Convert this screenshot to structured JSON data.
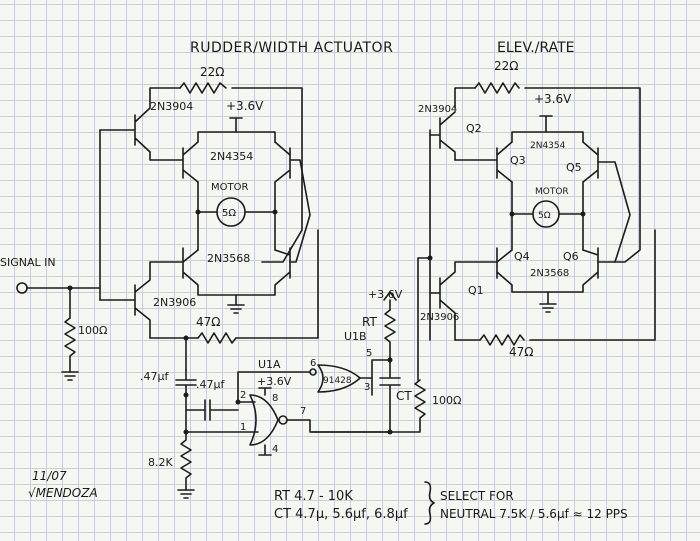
{
  "titles": {
    "left": "RUDDER/WIDTH ACTUATOR",
    "right": "ELEV./RATE"
  },
  "signal_in": "SIGNAL IN",
  "left": {
    "r_top": "22Ω",
    "vcc": "+3.6V",
    "q_top_left": "2N3904",
    "q_top_mid": "2N4354",
    "motor": "MOTOR",
    "motor_r": "5Ω",
    "q_bot_mid": "2N3568",
    "q_bot_left": "2N3906",
    "r_in": "100Ω",
    "r_bot": "47Ω"
  },
  "right": {
    "r_top": "22Ω",
    "vcc": "+3.6V",
    "q_top_left": "2N3904",
    "q_top_mid": "2N4354",
    "q2": "Q2",
    "q3": "Q3",
    "q5": "Q5",
    "motor": "MOTOR",
    "motor_r": "5Ω",
    "q4": "Q4",
    "q6": "Q6",
    "q_bot_mid": "2N3568",
    "q1": "Q1",
    "q_bot_left": "2N3906",
    "r_bot": "47Ω",
    "r_side": "100Ω"
  },
  "timer": {
    "c1": ".47μf",
    "c2": ".47μf",
    "u1a": "U1A",
    "u1b": "U1B",
    "vcc_gate": "+3.6V",
    "vcc_rt": "+3.6V",
    "rt": "RT",
    "ct": "CT",
    "chip": "91428",
    "r_ground": "8.2K",
    "pin6": "6",
    "pin5": "5",
    "pin3": "3",
    "pin2": "2",
    "pin8": "8",
    "pin1": "1",
    "pin7": "7",
    "pin4": "4"
  },
  "notes": {
    "rt_line": "RT  4.7 - 10K",
    "ct_line": "CT  4.7μ, 5.6μf, 6.8μf",
    "select": "SELECT FOR",
    "neutral": "NEUTRAL  7.5K / 5.6μf ≈ 12 PPS"
  },
  "signature": {
    "date": "11/07",
    "name": "√MENDOZA"
  }
}
